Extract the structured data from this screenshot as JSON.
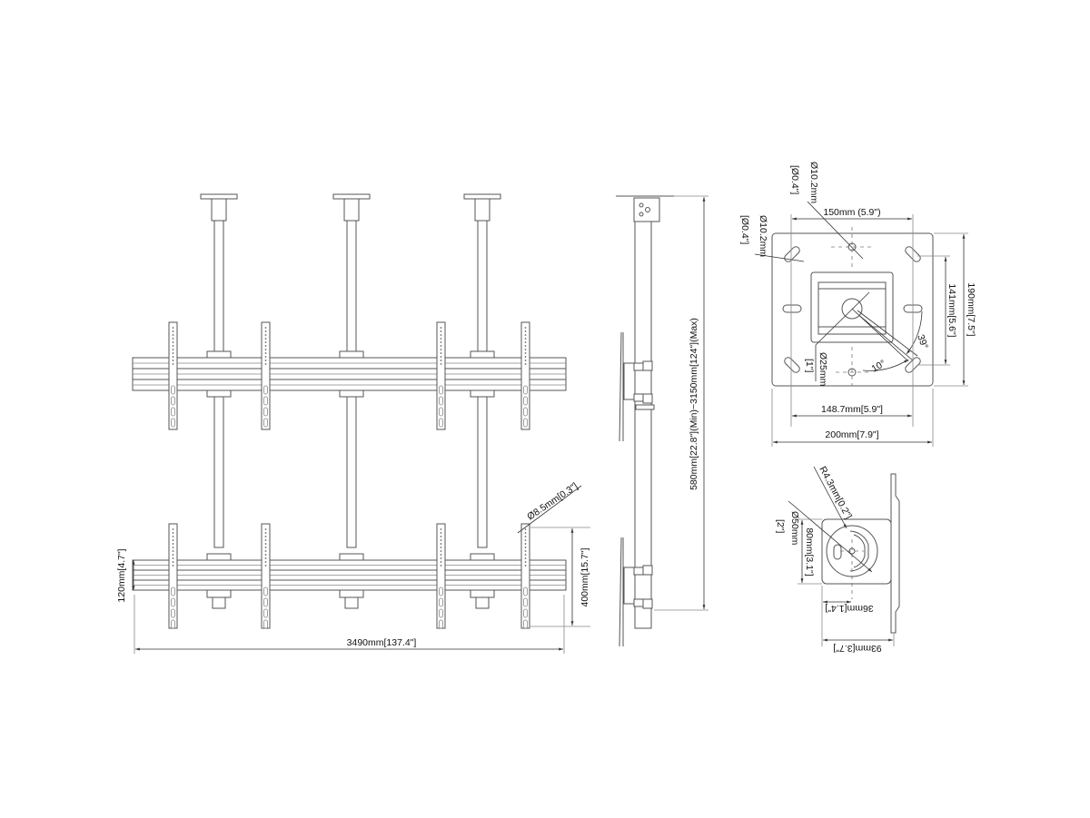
{
  "front_view": {
    "height_label": "120mm[4.7\"]",
    "width_label": "3490mm[137.4\"]",
    "arm_label": "400mm[15.7\"]",
    "hole_label": "Ø8.5mm[0.3\"]"
  },
  "side_view": {
    "drop_label": "580mm[22.8\"](Min)~3150mm[124\"](Max)"
  },
  "ceiling_plate": {
    "hole_top_label_1": "Ø10.2mm",
    "hole_top_label_2": "[Ø0.4\"]",
    "hole_side_label_1": "Ø10.2mm",
    "hole_side_label_2": "[Ø0.4\"]",
    "spacing_top_label": "150mm (5.9\")",
    "height_label": "190mm[7.5\"]",
    "inner_height_label": "141mm[5.6\"]",
    "angle_1_label": "39°",
    "angle_2_label": "10°",
    "center_hole_label_1": "Ø25mm",
    "center_hole_label_2": "[1\"]",
    "inner_width_label": "148.7mm[5.9\"]",
    "width_label": "200mm[7.9\"]"
  },
  "bracket_plate": {
    "radius_label": "R4.3mm[0.2\"]",
    "circle_label_1": "Ø50mm",
    "circle_label_2": "[2\"]",
    "height_label": "80mm[3.1\"]",
    "offset_label": "36mm[1.4\"]",
    "width_label": "93mm[3.7\"]"
  }
}
